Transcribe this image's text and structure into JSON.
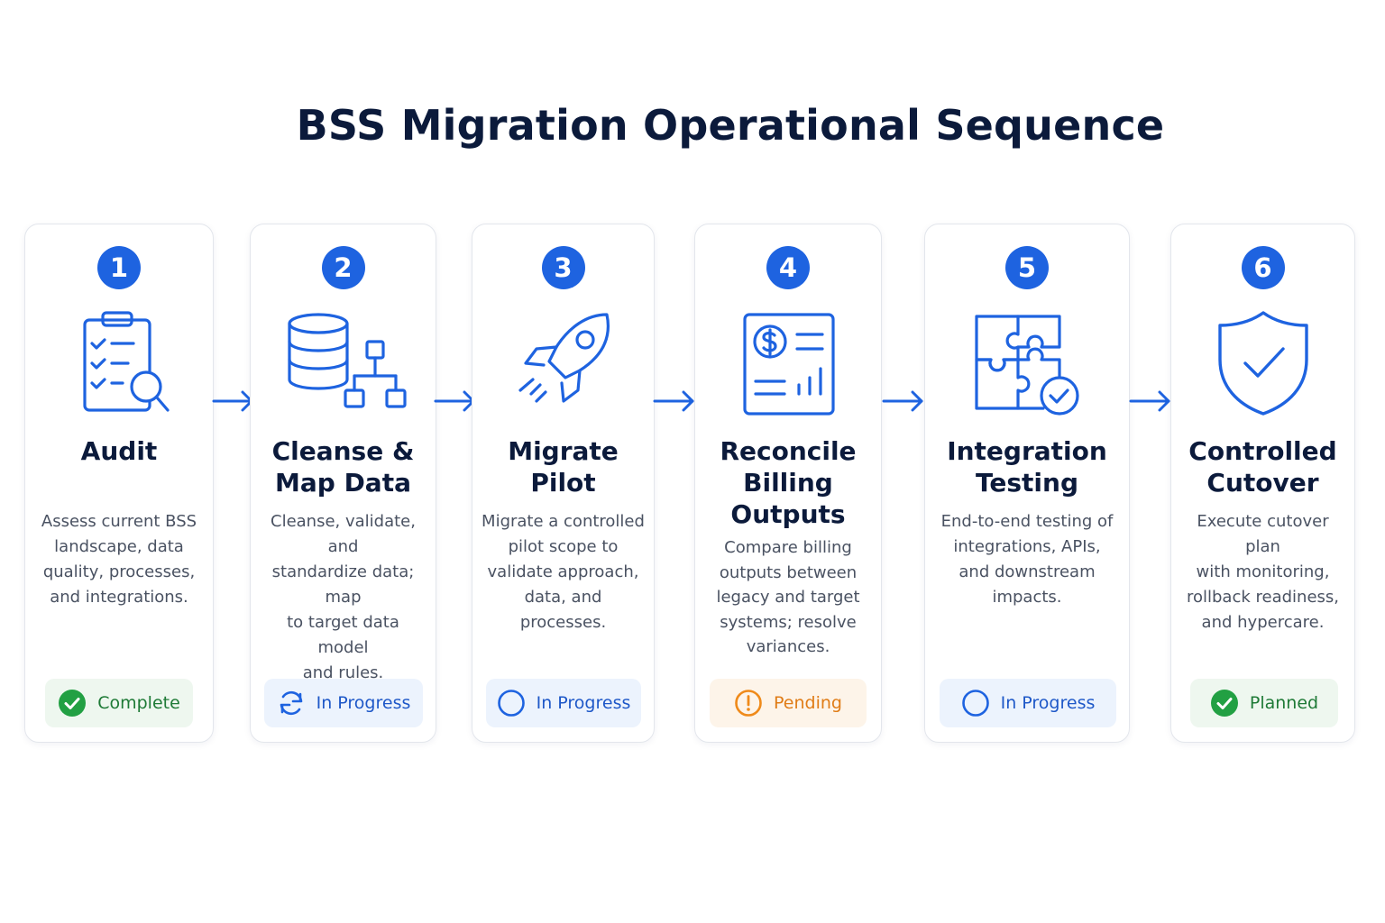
{
  "title": "BSS Migration Operational Sequence",
  "colors": {
    "primary": "#1e63e0",
    "complete": "#22a043",
    "pending": "#ef8a1a"
  },
  "steps": [
    {
      "number": "1",
      "title_lines": [
        "Audit"
      ],
      "icon": "clipboard-search-icon",
      "description": [
        "Assess current BSS",
        "landscape, data",
        "quality, processes,",
        "and integrations."
      ],
      "status": {
        "label": "Complete",
        "tone": "green",
        "icon": "check-circle-icon"
      }
    },
    {
      "number": "2",
      "title_lines": [
        "Cleanse &",
        "Map Data"
      ],
      "icon": "database-hierarchy-icon",
      "description": [
        "Cleanse, validate, and",
        "standardize data; map",
        "to target data model",
        "and rules."
      ],
      "status": {
        "label": "In Progress",
        "tone": "blue",
        "icon": "refresh-icon"
      }
    },
    {
      "number": "3",
      "title_lines": [
        "Migrate",
        "Pilot"
      ],
      "icon": "rocket-icon",
      "description": [
        "Migrate a controlled",
        "pilot scope to",
        "validate approach,",
        "data, and processes."
      ],
      "status": {
        "label": "In Progress",
        "tone": "blue",
        "icon": "circle-outline-icon"
      }
    },
    {
      "number": "4",
      "title_lines": [
        "Reconcile",
        "Billing",
        "Outputs"
      ],
      "icon": "billing-statement-icon",
      "description": [
        "Compare billing",
        "outputs between",
        "legacy and target",
        "systems; resolve",
        "variances."
      ],
      "status": {
        "label": "Pending",
        "tone": "orange",
        "icon": "alert-circle-icon"
      }
    },
    {
      "number": "5",
      "title_lines": [
        "Integration",
        "Testing"
      ],
      "icon": "puzzle-check-icon",
      "description": [
        "End-to-end testing of",
        "integrations, APIs,",
        "and downstream",
        "impacts."
      ],
      "status": {
        "label": "In Progress",
        "tone": "blue",
        "icon": "circle-outline-icon"
      }
    },
    {
      "number": "6",
      "title_lines": [
        "Controlled",
        "Cutover"
      ],
      "icon": "shield-check-icon",
      "description": [
        "Execute cutover plan",
        "with monitoring,",
        "rollback readiness,",
        "and hypercare."
      ],
      "status": {
        "label": "Planned",
        "tone": "green",
        "icon": "check-circle-icon"
      }
    }
  ]
}
